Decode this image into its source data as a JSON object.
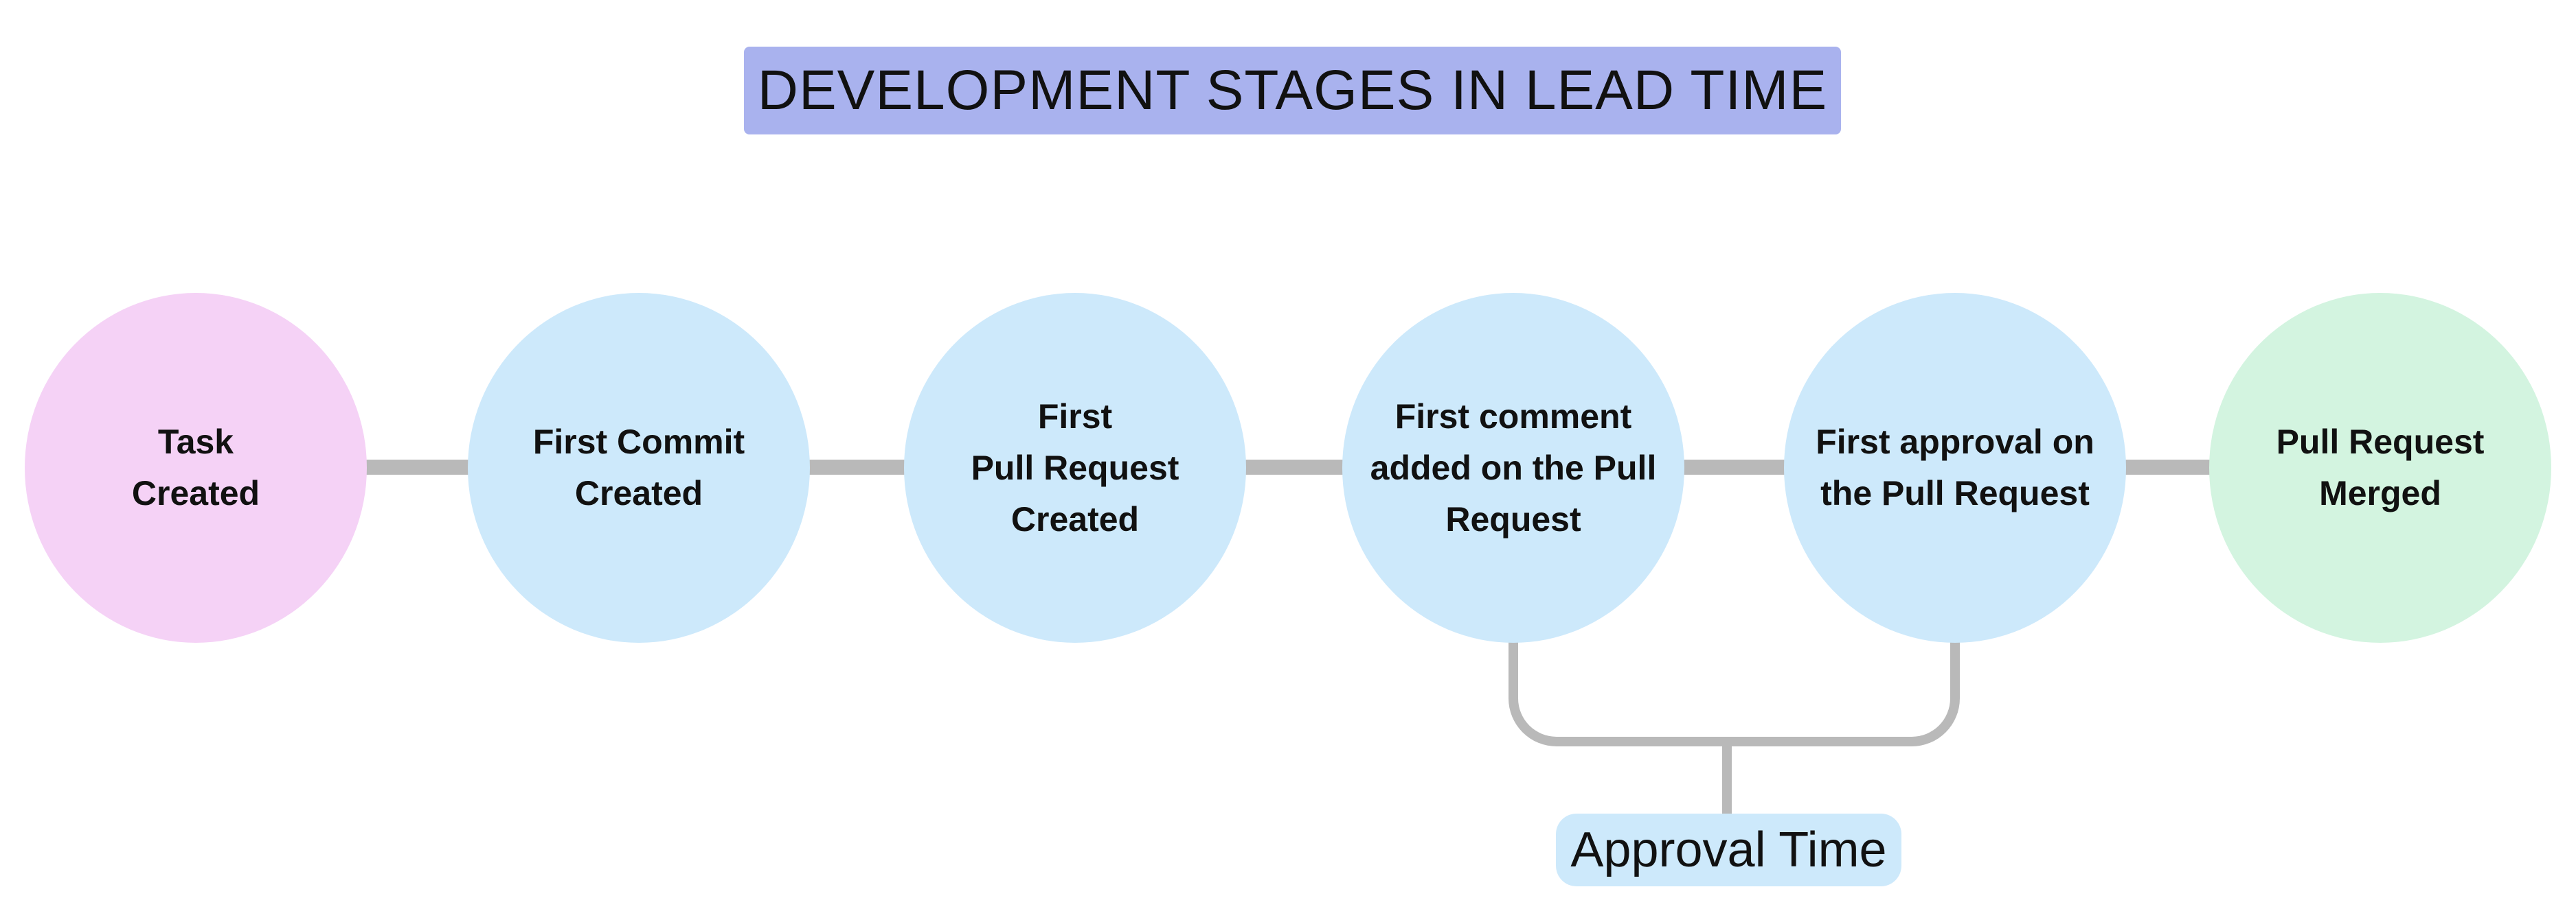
{
  "title": "DEVELOPMENT STAGES IN LEAD TIME",
  "stages": [
    {
      "label": "Task\nCreated",
      "fill": "#f5d2f6"
    },
    {
      "label": "First Commit\nCreated",
      "fill": "#cde9fb"
    },
    {
      "label": "First\nPull Request\nCreated",
      "fill": "#cde9fb"
    },
    {
      "label": "First comment\nadded on the Pull\nRequest",
      "fill": "#cde9fb"
    },
    {
      "label": "First approval on\nthe Pull Request",
      "fill": "#cde9fb"
    },
    {
      "label": "Pull Request\nMerged",
      "fill": "#d3f4e0"
    }
  ],
  "annotation": {
    "label": "Approval Time",
    "fill": "#cde9fb",
    "spans_stages": [
      "First comment added on the Pull Request",
      "First approval on the Pull Request"
    ]
  },
  "colors": {
    "title_bg": "#a9b2ee",
    "connector": "#b9b9b9",
    "text": "#111111",
    "background": "#ffffff"
  }
}
